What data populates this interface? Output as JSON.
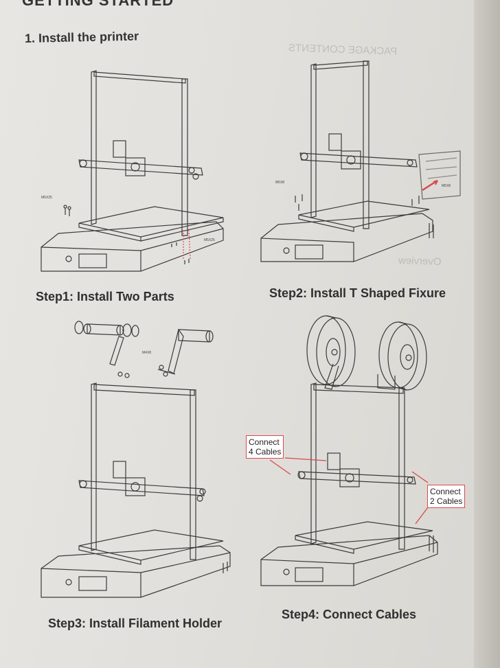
{
  "section": {
    "title": "GETTING STARTED"
  },
  "subheading": "1. Install the printer",
  "steps": [
    {
      "caption": "Step1: Install Two Parts"
    },
    {
      "caption": "Step2: Install T Shaped Fixure"
    },
    {
      "caption": "Step3: Install Filament Holder"
    },
    {
      "caption": "Step4: Connect Cables"
    }
  ],
  "callouts": {
    "four_cables": [
      "Connect",
      "4 Cables"
    ],
    "two_cables": [
      "Connect",
      "2 Cables"
    ]
  },
  "part_labels": {
    "step1_left": "M5X25",
    "step1_right": "M5X25",
    "step2_left": "M5X8",
    "step2_right": "M5X8",
    "step3": "M4X8"
  },
  "show_through": {
    "heading": "PACKAGE CONTENTS",
    "overview": "Overview"
  },
  "colors": {
    "paper": "#e6e4e0",
    "ink": "#2b2b2b",
    "callout_border": "#d9484e"
  }
}
